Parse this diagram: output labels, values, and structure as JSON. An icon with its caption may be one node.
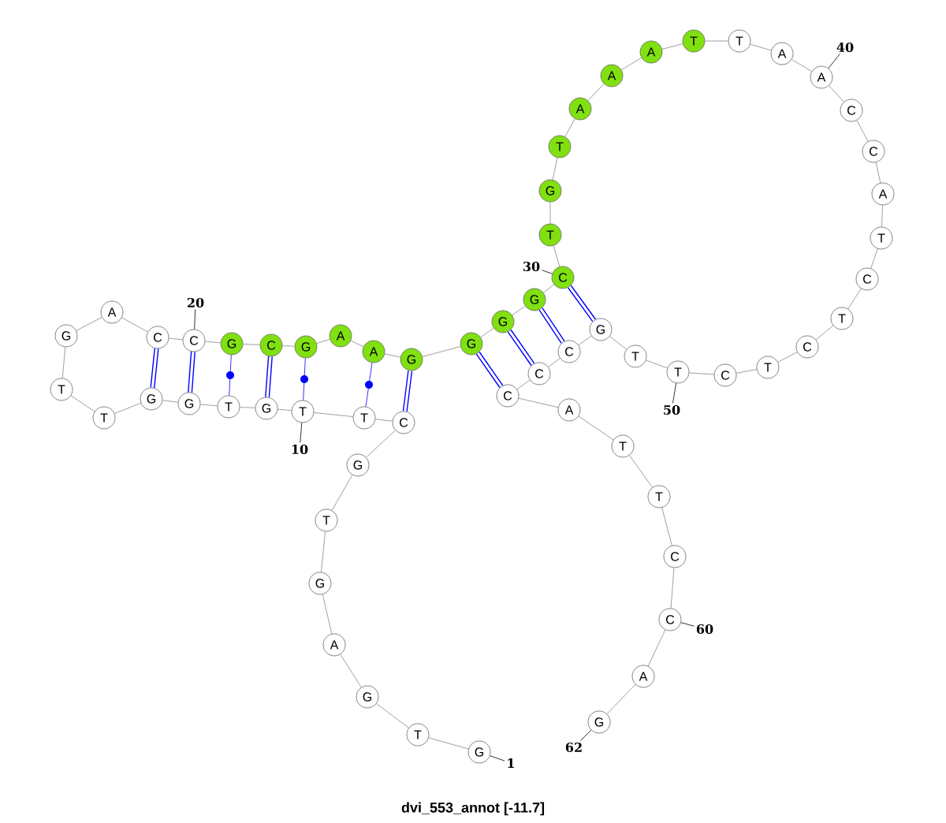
{
  "diagram": {
    "caption": "dvi_553_annot [-11.7]",
    "nodes": [
      {
        "text": [
          "G"
        ]
      },
      {
        "text": [
          "T"
        ]
      },
      {
        "text": [
          "G"
        ]
      },
      {
        "text": [
          "A"
        ]
      },
      {
        "text": [
          "G"
        ]
      },
      {
        "text": [
          "T"
        ]
      },
      {
        "text": [
          "G"
        ]
      },
      {
        "text": [
          "C"
        ]
      },
      {
        "text": [
          "T"
        ]
      },
      {
        "text": [
          "T"
        ]
      },
      {
        "text": [
          "G"
        ]
      },
      {
        "text": [
          "T"
        ]
      },
      {
        "text": [
          "G"
        ]
      },
      {
        "text": [
          "G"
        ]
      },
      {
        "text": [
          "T"
        ]
      },
      {
        "text": [
          "T"
        ]
      },
      {
        "text": [
          "G"
        ]
      },
      {
        "text": [
          "A"
        ]
      },
      {
        "text": [
          "C"
        ]
      },
      {
        "text": [
          "C"
        ]
      },
      {
        "text": [
          "G"
        ]
      },
      {
        "text": [
          "C"
        ]
      },
      {
        "text": [
          "G"
        ]
      },
      {
        "text": [
          "A"
        ]
      },
      {
        "text": [
          "A"
        ]
      },
      {
        "text": [
          "G"
        ]
      },
      {
        "text": [
          "G"
        ]
      },
      {
        "text": [
          "G"
        ]
      },
      {
        "text": [
          "G"
        ]
      },
      {
        "text": [
          "C"
        ]
      },
      {
        "text": [
          "T"
        ]
      },
      {
        "text": [
          "G"
        ]
      },
      {
        "text": [
          "T"
        ]
      },
      {
        "text": [
          "A"
        ]
      },
      {
        "text": [
          "A"
        ]
      },
      {
        "text": [
          "A"
        ]
      },
      {
        "text": [
          "T"
        ]
      },
      {
        "text": [
          "T"
        ]
      },
      {
        "text": [
          "A"
        ]
      },
      {
        "text": [
          "A"
        ]
      },
      {
        "text": [
          "C"
        ]
      },
      {
        "text": [
          "C"
        ]
      },
      {
        "text": [
          "A"
        ]
      },
      {
        "text": [
          "T"
        ]
      },
      {
        "text": [
          "C"
        ]
      },
      {
        "text": [
          "T"
        ]
      },
      {
        "text": [
          "C"
        ]
      },
      {
        "text": [
          "T"
        ]
      },
      {
        "text": [
          "C"
        ]
      },
      {
        "text": [
          "T"
        ]
      },
      {
        "text": [
          "T"
        ]
      },
      {
        "text": [
          "G"
        ]
      },
      {
        "text": [
          "C"
        ]
      },
      {
        "text": [
          "C"
        ]
      },
      {
        "text": [
          "C"
        ]
      },
      {
        "text": [
          "A"
        ]
      },
      {
        "text": [
          "T"
        ]
      },
      {
        "text": [
          "T"
        ]
      },
      {
        "text": [
          "C"
        ]
      },
      {
        "text": [
          "C"
        ]
      },
      {
        "text": [
          "A"
        ]
      },
      {
        "text": [
          "G"
        ]
      },
      {
        "text": [
          "1"
        ]
      },
      {
        "text": [
          "10"
        ]
      },
      {
        "text": [
          "20"
        ]
      },
      {
        "text": [
          "30"
        ]
      },
      {
        "text": [
          "40"
        ]
      },
      {
        "text": [
          "50"
        ]
      },
      {
        "text": [
          "60"
        ]
      },
      {
        "text": [
          "62"
        ]
      }
    ],
    "edges": [
      {
        "from": 0,
        "to": 1,
        "arrow": "none"
      },
      {
        "from": 1,
        "to": 2,
        "arrow": "none"
      },
      {
        "from": 2,
        "to": 3,
        "arrow": "none"
      },
      {
        "from": 3,
        "to": 4,
        "arrow": "none"
      },
      {
        "from": 4,
        "to": 5,
        "arrow": "none"
      },
      {
        "from": 5,
        "to": 6,
        "arrow": "none"
      },
      {
        "from": 6,
        "to": 7,
        "arrow": "none"
      },
      {
        "from": 7,
        "to": 8,
        "arrow": "none"
      },
      {
        "from": 8,
        "to": 9,
        "arrow": "none"
      },
      {
        "from": 9,
        "to": 10,
        "arrow": "none"
      },
      {
        "from": 10,
        "to": 11,
        "arrow": "none"
      },
      {
        "from": 11,
        "to": 12,
        "arrow": "none"
      },
      {
        "from": 12,
        "to": 13,
        "arrow": "none"
      },
      {
        "from": 13,
        "to": 14,
        "arrow": "none"
      },
      {
        "from": 14,
        "to": 15,
        "arrow": "none"
      },
      {
        "from": 15,
        "to": 16,
        "arrow": "none"
      },
      {
        "from": 16,
        "to": 17,
        "arrow": "none"
      },
      {
        "from": 17,
        "to": 18,
        "arrow": "none"
      },
      {
        "from": 18,
        "to": 19,
        "arrow": "none"
      },
      {
        "from": 19,
        "to": 20,
        "arrow": "none"
      },
      {
        "from": 20,
        "to": 21,
        "arrow": "none"
      },
      {
        "from": 21,
        "to": 22,
        "arrow": "none"
      },
      {
        "from": 22,
        "to": 23,
        "arrow": "none"
      },
      {
        "from": 23,
        "to": 24,
        "arrow": "none"
      },
      {
        "from": 24,
        "to": 25,
        "arrow": "none"
      },
      {
        "from": 25,
        "to": 26,
        "arrow": "none"
      },
      {
        "from": 26,
        "to": 27,
        "arrow": "none"
      },
      {
        "from": 27,
        "to": 28,
        "arrow": "none"
      },
      {
        "from": 28,
        "to": 29,
        "arrow": "none"
      },
      {
        "from": 29,
        "to": 30,
        "arrow": "none"
      },
      {
        "from": 30,
        "to": 31,
        "arrow": "none"
      },
      {
        "from": 31,
        "to": 32,
        "arrow": "none"
      },
      {
        "from": 32,
        "to": 33,
        "arrow": "none"
      },
      {
        "from": 33,
        "to": 34,
        "arrow": "none"
      },
      {
        "from": 34,
        "to": 35,
        "arrow": "none"
      },
      {
        "from": 35,
        "to": 36,
        "arrow": "none"
      },
      {
        "from": 36,
        "to": 37,
        "arrow": "none"
      },
      {
        "from": 37,
        "to": 38,
        "arrow": "none"
      },
      {
        "from": 38,
        "to": 39,
        "arrow": "none"
      },
      {
        "from": 39,
        "to": 40,
        "arrow": "none"
      },
      {
        "from": 40,
        "to": 41,
        "arrow": "none"
      },
      {
        "from": 41,
        "to": 42,
        "arrow": "none"
      },
      {
        "from": 42,
        "to": 43,
        "arrow": "none"
      },
      {
        "from": 43,
        "to": 44,
        "arrow": "none"
      },
      {
        "from": 44,
        "to": 45,
        "arrow": "none"
      },
      {
        "from": 45,
        "to": 46,
        "arrow": "none"
      },
      {
        "from": 46,
        "to": 47,
        "arrow": "none"
      },
      {
        "from": 47,
        "to": 48,
        "arrow": "none"
      },
      {
        "from": 48,
        "to": 49,
        "arrow": "none"
      },
      {
        "from": 49,
        "to": 50,
        "arrow": "none"
      },
      {
        "from": 50,
        "to": 51,
        "arrow": "none"
      },
      {
        "from": 51,
        "to": 52,
        "arrow": "none"
      },
      {
        "from": 52,
        "to": 53,
        "arrow": "none"
      },
      {
        "from": 53,
        "to": 54,
        "arrow": "none"
      },
      {
        "from": 54,
        "to": 55,
        "arrow": "none"
      },
      {
        "from": 55,
        "to": 56,
        "arrow": "none"
      },
      {
        "from": 56,
        "to": 57,
        "arrow": "none"
      },
      {
        "from": 57,
        "to": 58,
        "arrow": "none"
      },
      {
        "from": 58,
        "to": 59,
        "arrow": "none"
      },
      {
        "from": 59,
        "to": 60,
        "arrow": "none"
      },
      {
        "from": 60,
        "to": 61,
        "arrow": "none"
      },
      {
        "from": 7,
        "to": 25,
        "arrow": "none",
        "style": "thick",
        "color": "#0000ff"
      },
      {
        "from": 8,
        "to": 24,
        "arrow": "none",
        "color": "#0000ff"
      },
      {
        "from": 9,
        "to": 22,
        "arrow": "none",
        "color": "#0000ff"
      },
      {
        "from": 10,
        "to": 21,
        "arrow": "none",
        "style": "thick",
        "color": "#0000ff"
      },
      {
        "from": 11,
        "to": 20,
        "arrow": "none",
        "color": "#0000ff"
      },
      {
        "from": 12,
        "to": 19,
        "arrow": "none",
        "style": "thick",
        "color": "#0000ff"
      },
      {
        "from": 13,
        "to": 18,
        "arrow": "none",
        "style": "thick",
        "color": "#0000ff"
      },
      {
        "from": 26,
        "to": 54,
        "arrow": "none",
        "style": "thick",
        "color": "#0000ff"
      },
      {
        "from": 27,
        "to": 53,
        "arrow": "none",
        "style": "thick",
        "color": "#0000ff"
      },
      {
        "from": 28,
        "to": 52,
        "arrow": "none",
        "style": "thick",
        "color": "#0000ff"
      },
      {
        "from": 29,
        "to": 51,
        "arrow": "none",
        "style": "thick",
        "color": "#0000ff"
      },
      {
        "from": 62,
        "to": 0,
        "arrow": "none",
        "color": "#000000"
      },
      {
        "from": 63,
        "to": 9,
        "arrow": "none",
        "color": "#000000"
      },
      {
        "from": 64,
        "to": 19,
        "arrow": "none",
        "color": "#000000"
      },
      {
        "from": 65,
        "to": 29,
        "arrow": "none",
        "color": "#000000"
      },
      {
        "from": 66,
        "to": 39,
        "arrow": "none",
        "color": "#000000"
      },
      {
        "from": 67,
        "to": 49,
        "arrow": "none",
        "color": "#000000"
      },
      {
        "from": 68,
        "to": 59,
        "arrow": "none",
        "color": "#000000"
      },
      {
        "from": 69,
        "to": 61,
        "arrow": "none",
        "color": "#000000"
      }
    ]
  }
}
